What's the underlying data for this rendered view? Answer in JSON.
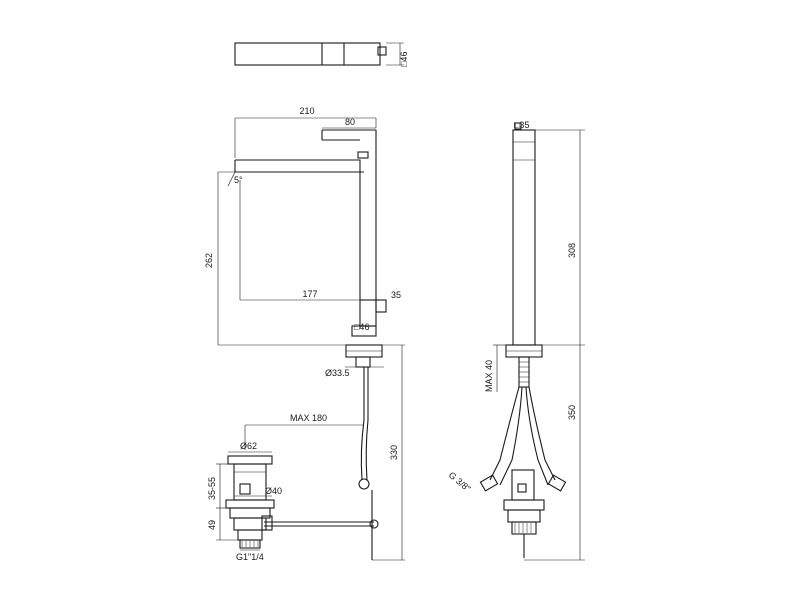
{
  "dimensions": {
    "top_square": "□46",
    "spout_length": "210",
    "lever_length": "80",
    "angle": "5°",
    "height_spout": "262",
    "outlet_offset": "177",
    "outlet_size": "35",
    "base_square": "□46",
    "hole_diameter": "Ø33.5",
    "rod_max": "MAX 180",
    "rod_height": "330",
    "waste_diameter": "Ø62",
    "waste_range": "35-55",
    "waste_body": "Ø40",
    "waste_bottom": "49",
    "waste_thread": "G1\"1/4",
    "side_top_square": "□35",
    "side_height": "308",
    "max_thickness": "MAX 40",
    "hose_length": "350",
    "hose_thread": "G 3/8\""
  }
}
